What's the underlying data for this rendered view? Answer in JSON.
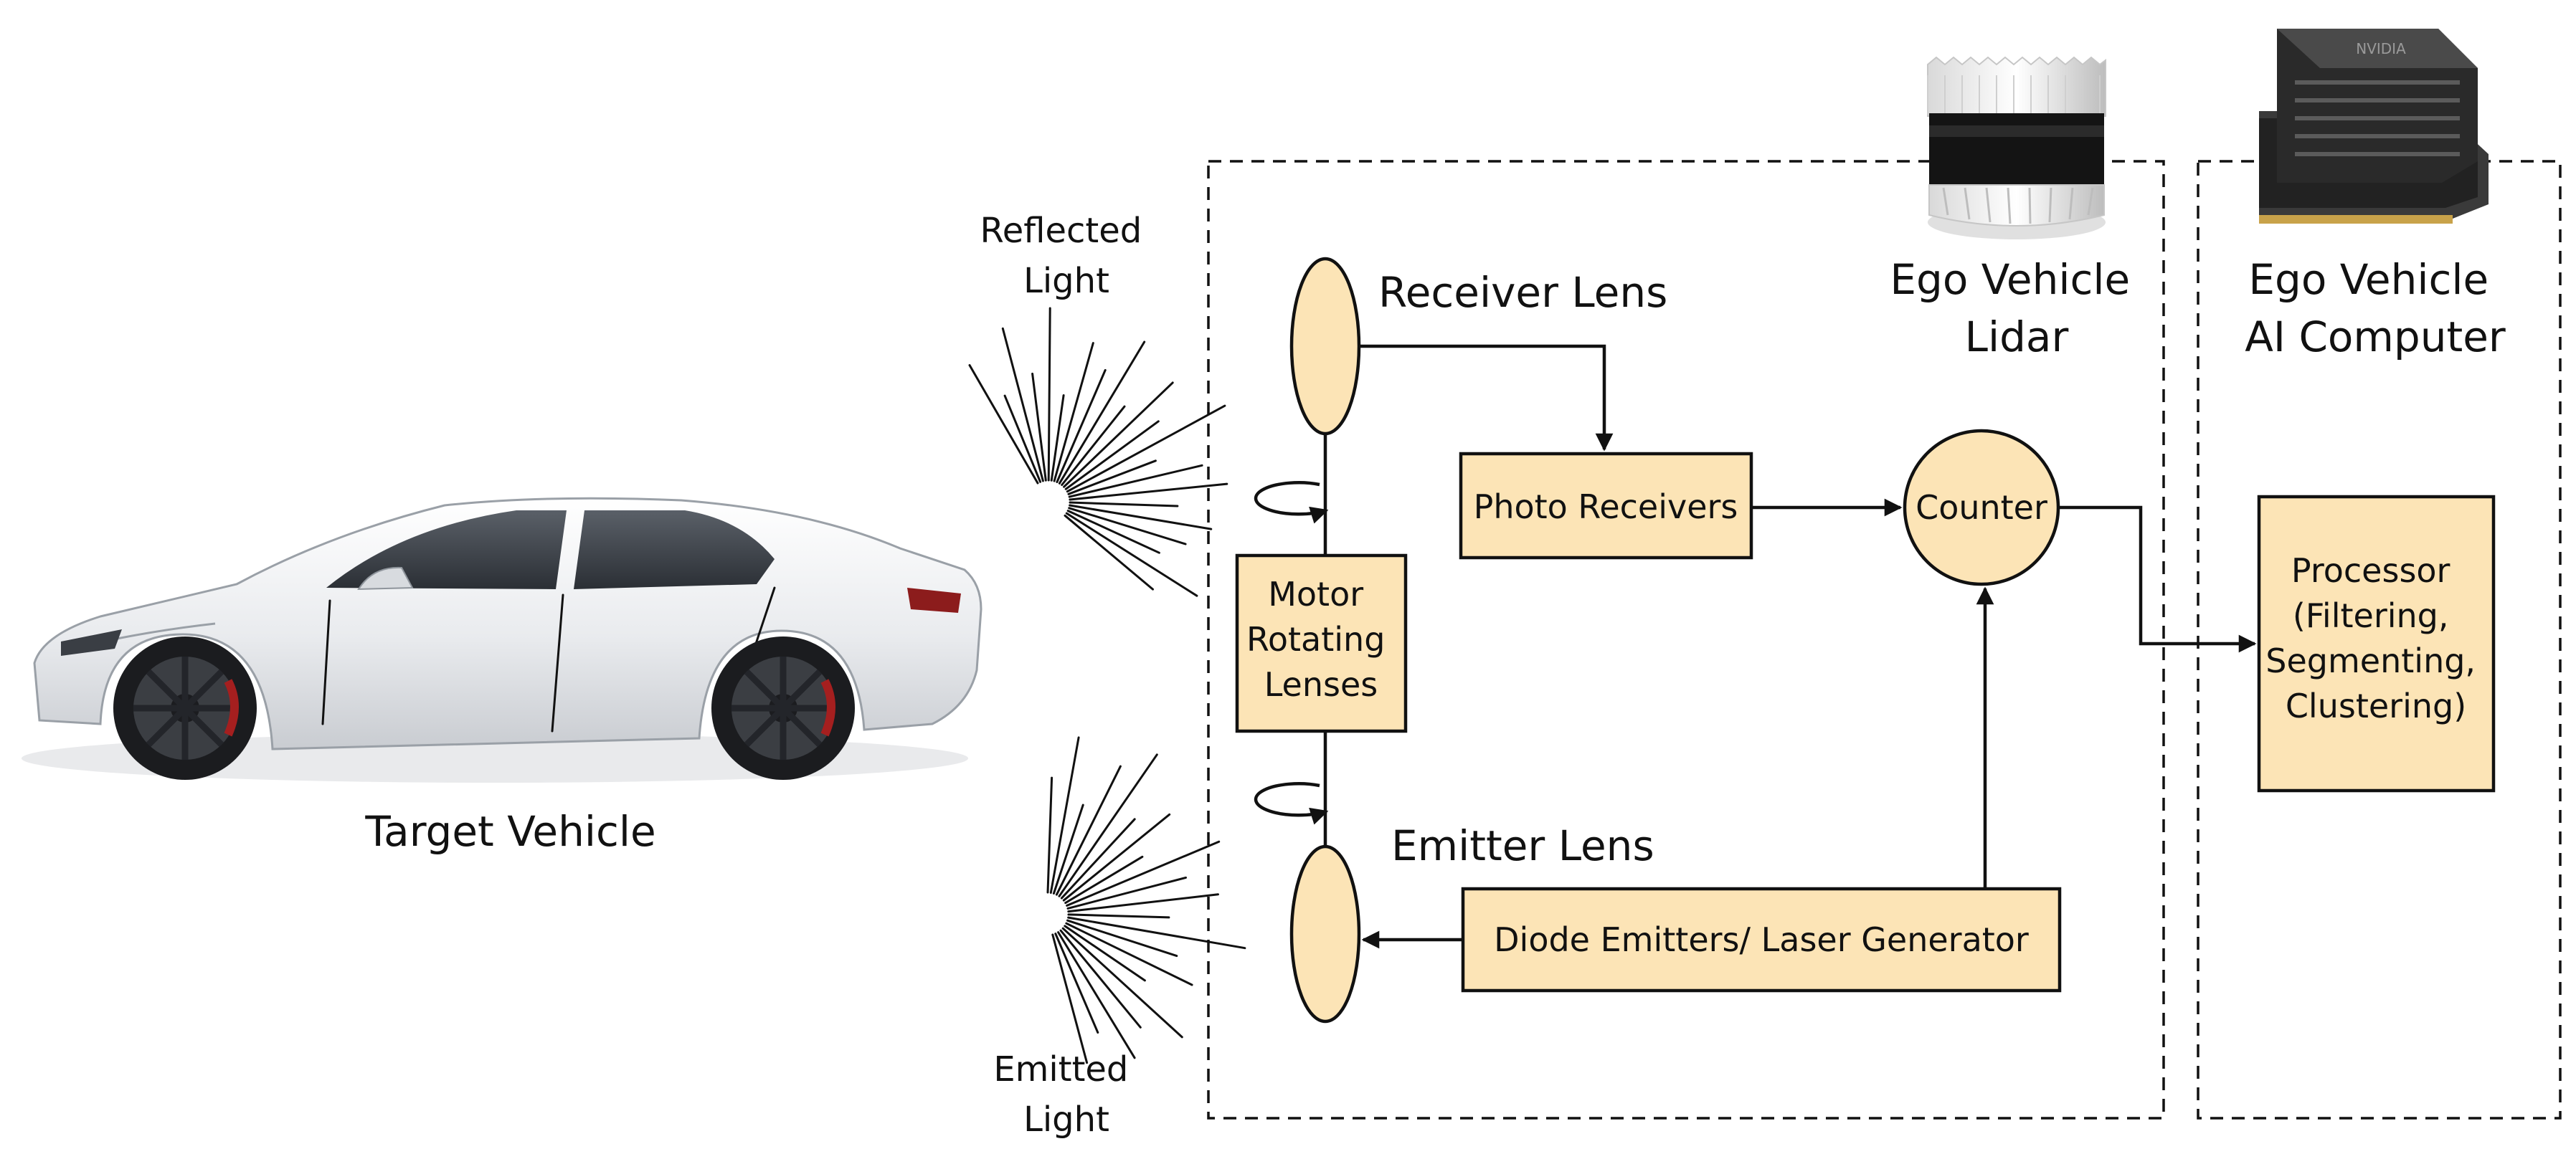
{
  "labels": {
    "target_vehicle": "Target Vehicle",
    "reflected_light": [
      "Reflected",
      "Light"
    ],
    "emitted_light": [
      "Emitted",
      "Light"
    ],
    "receiver_lens": "Receiver Lens",
    "emitter_lens": "Emitter Lens",
    "ego_vehicle_lidar": [
      "Ego Vehicle",
      "Lidar"
    ],
    "ego_vehicle_ai_computer": [
      "Ego Vehicle",
      "AI Computer"
    ],
    "nvidia_logo": "NVIDIA"
  },
  "blocks": {
    "photo_receivers": "Photo Receivers",
    "counter": "Counter",
    "motor": [
      "Motor",
      "Rotating",
      "Lenses"
    ],
    "diode_emitters": "Diode Emitters/ Laser Generator",
    "processor": [
      "Processor",
      "(Filtering,",
      "Segmenting,",
      "Clustering)"
    ]
  },
  "colors": {
    "block_fill": "#FCE4B6",
    "stroke": "#111111",
    "car_body": "#EDEFF2",
    "lidar_body": "#1A1A1A",
    "computer_body": "#2A2A2A"
  }
}
